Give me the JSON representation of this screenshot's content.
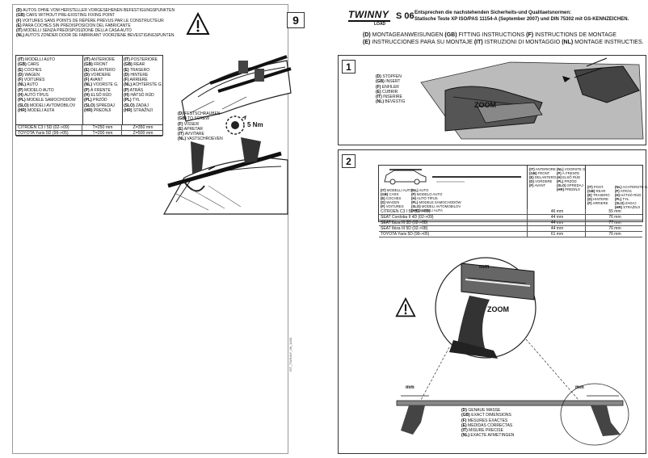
{
  "left": {
    "header_lines": [
      {
        "code": "(D)",
        "text": "AUTOS OHNE VOM HERSTELLER VORGESEHENEN BEFESTIGUNGSPUNKTEN"
      },
      {
        "code": "(GB)",
        "text": "CARS WITHOUT PRE-EXISTING FIXING POINT"
      },
      {
        "code": "(F)",
        "text": "VOITURES SANS POINTS DE RÉPÈRE PRÉVUS PAR LE CONSTRUCTEUR"
      },
      {
        "code": "(E)",
        "text": "PARA COCHES SIN PREDISPOSICION DEL FABRICANTE"
      },
      {
        "code": "(IT)",
        "text": "MODELLI SENZA PREDISPOSIZIONE DELLA CASA AUTO"
      },
      {
        "code": "(NL)",
        "text": "AUTO'S ZONDER DOOR DE FABRIKANT VOORZIENE BEVESTIGINGSPUNTEN"
      }
    ],
    "step_number": "9",
    "model_col": [
      {
        "code": "(IT)",
        "text": "MODELLI AUTO"
      },
      {
        "code": "(GB)",
        "text": "CARS"
      },
      {
        "code": "(E)",
        "text": "COCHES"
      },
      {
        "code": "(D)",
        "text": "WAGEN"
      },
      {
        "code": "(F)",
        "text": "VOITURES"
      },
      {
        "code": "(NL)",
        "text": "AUTO"
      },
      {
        "code": "(P)",
        "text": "MODELO AUTO"
      },
      {
        "code": "(H)",
        "text": "AUTÓ TÍPUS"
      },
      {
        "code": "(PL)",
        "text": "MODELE SAMOCHODÓW"
      },
      {
        "code": "(SLO)",
        "text": "MODELI AVTOMOBILOV"
      },
      {
        "code": "(HR)",
        "text": "MODELI AUTA"
      }
    ],
    "front_col": [
      {
        "code": "(IT)",
        "text": "ANTERIORE"
      },
      {
        "code": "(GB)",
        "text": "FRONT"
      },
      {
        "code": "(E)",
        "text": "DELANTERO"
      },
      {
        "code": "(D)",
        "text": "VORDERE"
      },
      {
        "code": "(F)",
        "text": "AVANT"
      },
      {
        "code": "(NL)",
        "text": "VOORSTE G."
      },
      {
        "code": "(P)",
        "text": "À FRENTE"
      },
      {
        "code": "(H)",
        "text": "ELSŐ RÚD"
      },
      {
        "code": "(PL)",
        "text": "PRZÓD"
      },
      {
        "code": "(SLO)",
        "text": "SPREDAJ"
      },
      {
        "code": "(HR)",
        "text": "PREDNJI"
      }
    ],
    "rear_col": [
      {
        "code": "(IT)",
        "text": "POSTERIORE"
      },
      {
        "code": "(GB)",
        "text": "REAR"
      },
      {
        "code": "(E)",
        "text": "TRASERO"
      },
      {
        "code": "(D)",
        "text": "HINTERE"
      },
      {
        "code": "(F)",
        "text": "ARRIERE"
      },
      {
        "code": "(NL)",
        "text": "ACHTERSTE G."
      },
      {
        "code": "(P)",
        "text": "ATRÁS"
      },
      {
        "code": "(H)",
        "text": "HÁTSÓ RÚD"
      },
      {
        "code": "(PL)",
        "text": "TYŁ"
      },
      {
        "code": "(SLO)",
        "text": "ZADAJ"
      },
      {
        "code": "(HR)",
        "text": "STRAŽNJI"
      }
    ],
    "rows": [
      {
        "model": "CITROEN C3 I 5D (02->09)",
        "front": "T=250 mm",
        "rear": "Z=350 mm"
      },
      {
        "model": "TOYOTA Yaris 5D (99->05)",
        "front": "T=200 mm",
        "rear": "Z=500 mm"
      }
    ],
    "screw_legend": [
      {
        "code": "(D)",
        "text": "FESTSCHRAUBEN"
      },
      {
        "code": "(GB)",
        "text": "TO SCREW"
      },
      {
        "code": "(F)",
        "text": "VISSER"
      },
      {
        "code": "(E)",
        "text": "APRETAR"
      },
      {
        "code": "(IT)",
        "text": "AVVITARE"
      },
      {
        "code": "(NL)",
        "text": "VASTSCHROEVEN"
      }
    ],
    "torque": "5 Nm",
    "footer_code": "ISТ_TWINNY_06_1003"
  },
  "right": {
    "brand": "TWINNY",
    "brand_sub": "LOAD",
    "model": "S 06",
    "standards_line1": "Entsprechen die nachstehenden Sicherheits-und Qualitaetsnormen:",
    "standards_line2": "Statische Teste XP ISO/PAS 11154-A (September 2007) und DIN 75302 mit GS-KENNZEICHEN.",
    "instructions_line1": [
      {
        "code": "(D)",
        "text": "MONTAGEANWEISUNGEN"
      },
      {
        "code": "(GB)",
        "text": "FITTING INSTRUCTIONS"
      },
      {
        "code": "(F)",
        "text": "INSTRUCTIONS DE MONTAGE"
      }
    ],
    "instructions_line2": [
      {
        "code": "(E)",
        "text": "INSTRUCCIONES PARA SU MONTAJE"
      },
      {
        "code": "(IT)",
        "text": "ISTRUZIONI DI MONTAGGIO"
      },
      {
        "code": "(NL)",
        "text": "MONTAGE INSTRUCTIES."
      }
    ],
    "step1_number": "1",
    "step1_legend": [
      {
        "code": "(D)",
        "text": "STOPFEN"
      },
      {
        "code": "(GB)",
        "text": "INSERT"
      },
      {
        "code": "(F)",
        "text": "ENFILER"
      },
      {
        "code": "(E)",
        "text": "CUBRIR"
      },
      {
        "code": "(IT)",
        "text": "INSERIRE"
      },
      {
        "code": "(NL)",
        "text": "BEVESTIG"
      }
    ],
    "zoom_label": "ZOOM",
    "step2_number": "2",
    "step2_model_col": [
      {
        "code": "(IT)",
        "text": "MODELLI AUTO"
      },
      {
        "code": "(GB)",
        "text": "CARS"
      },
      {
        "code": "(E)",
        "text": "COCHES"
      },
      {
        "code": "(D)",
        "text": "WAGEN"
      },
      {
        "code": "(F)",
        "text": "VOITURES"
      }
    ],
    "step2_model_col2": [
      {
        "code": "(NL)",
        "text": "AUTO"
      },
      {
        "code": "(P)",
        "text": "MODELO AUTO"
      },
      {
        "code": "(H)",
        "text": "AUTÓ TÍPUS"
      },
      {
        "code": "(PL)",
        "text": "MODELE SAMOCHODÓW"
      },
      {
        "code": "(SLO)",
        "text": "MODELI AVTOMOBILOV"
      },
      {
        "code": "(HR)",
        "text": "MODELI AUTA"
      }
    ],
    "step2_front_col": [
      {
        "code": "(IT)",
        "text": "ANTERIORE"
      },
      {
        "code": "(GB)",
        "text": "FRONT"
      },
      {
        "code": "(E)",
        "text": "DELANTERO"
      },
      {
        "code": "(D)",
        "text": "VORDERE"
      },
      {
        "code": "(F)",
        "text": "AVANT"
      }
    ],
    "step2_front_col2": [
      {
        "code": "(NL)",
        "text": "VOORSTE G."
      },
      {
        "code": "(P)",
        "text": "À FRENTE"
      },
      {
        "code": "(H)",
        "text": "ELSŐ RÚD"
      },
      {
        "code": "(PL)",
        "text": "PRZÓD"
      },
      {
        "code": "(SLO)",
        "text": "SPREDAJ"
      },
      {
        "code": "(HR)",
        "text": "PREDNJI"
      }
    ],
    "step2_rear_col": [
      {
        "code": "(IT)",
        "text": "POST."
      },
      {
        "code": "(GB)",
        "text": "REAR"
      },
      {
        "code": "(E)",
        "text": "TRASERO"
      },
      {
        "code": "(D)",
        "text": "HINTERE"
      },
      {
        "code": "(F)",
        "text": "ARRIERE"
      }
    ],
    "step2_rear_col2": [
      {
        "code": "(NL)",
        "text": "ACHTERSTE G."
      },
      {
        "code": "(P)",
        "text": "ATRÁS"
      },
      {
        "code": "(H)",
        "text": "HÁTSÓ RÚD"
      },
      {
        "code": "(PL)",
        "text": "TYŁ"
      },
      {
        "code": "(SLO)",
        "text": "ZADAJ"
      },
      {
        "code": "(HR)",
        "text": "STRAŽNJI"
      }
    ],
    "step2_rows": [
      {
        "model": "CITROEN C3 I 5D (02->09)",
        "front": "46 mm",
        "rear": "55 mm"
      },
      {
        "model": "SEAT Cordoba II 4D (02->09)",
        "front": "44 mm",
        "rear": "76 mm"
      },
      {
        "model": "SEAT Ibiza III 3D (02->08)",
        "front": "44 mm",
        "rear": "77 mm"
      },
      {
        "model": "SEAT Ibiza III 5D (02->08)",
        "front": "44 mm",
        "rear": "76 mm"
      },
      {
        "model": "TOYOTA Yaris 5D (99->05)",
        "front": "61 mm",
        "rear": "76 mm"
      }
    ],
    "mm_label": "mm",
    "zoom_label2": "ZOOM",
    "mass_legend": [
      {
        "code": "(D)",
        "text": "GENAUE MASSE"
      },
      {
        "code": "(GB)",
        "text": "EXACT DIMENSIONS"
      },
      {
        "code": "(F)",
        "text": "MESURES EXACTES"
      },
      {
        "code": "(E)",
        "text": "MEDIDAS CORRECTAS"
      },
      {
        "code": "(IT)",
        "text": "MISURE PRECISE"
      },
      {
        "code": "(NL)",
        "text": "EXACTE AFMETINGEN"
      }
    ]
  }
}
